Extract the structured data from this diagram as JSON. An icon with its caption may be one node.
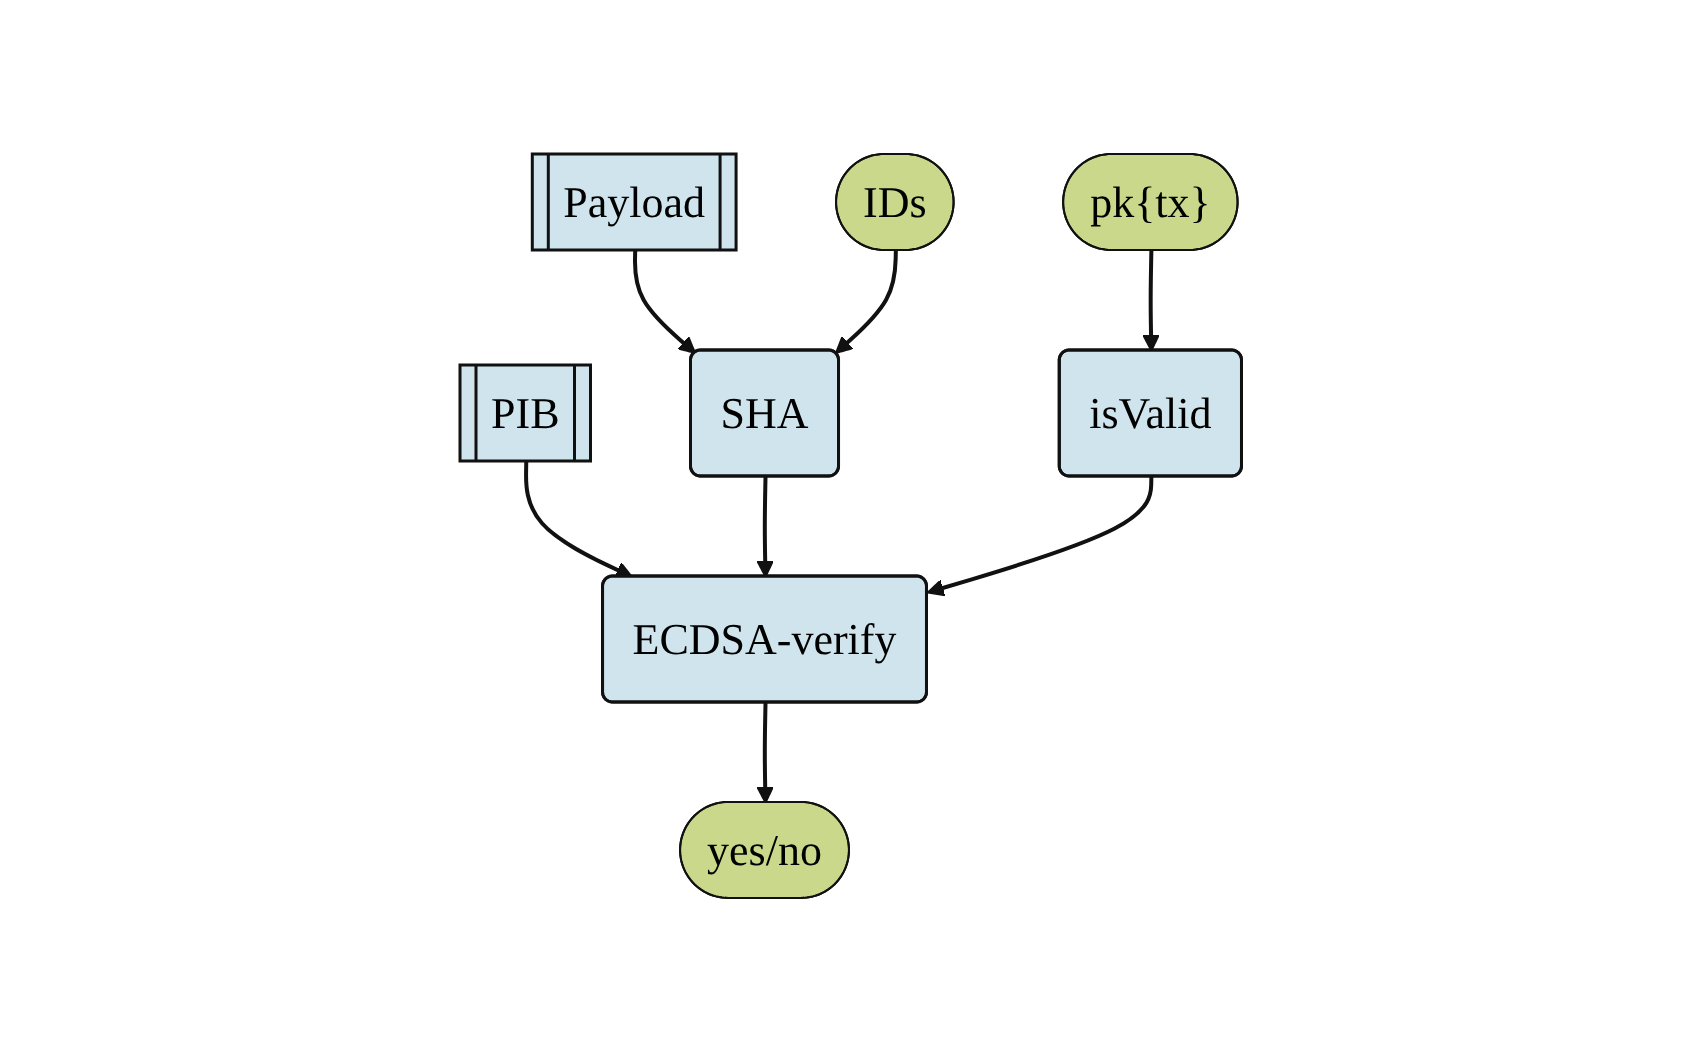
{
  "diagram": {
    "nodes": [
      {
        "text": [
          "PIB"
        ]
      },
      {
        "text": [
          "Payload"
        ]
      },
      {
        "text": [
          "IDs"
        ]
      },
      {
        "text": [
          "pk{tx}"
        ]
      },
      {
        "text": [
          "SHA"
        ]
      },
      {
        "text": [
          "isValid"
        ]
      },
      {
        "text": [
          "ECDSA-verify"
        ]
      },
      {
        "text": [
          "yes/no"
        ]
      }
    ],
    "edges": [
      {
        "from": 1,
        "to": 4,
        "arrow": "to"
      },
      {
        "from": 2,
        "to": 4,
        "arrow": "to"
      },
      {
        "from": 3,
        "to": 5,
        "arrow": "to"
      },
      {
        "from": 0,
        "to": 6,
        "arrow": "to"
      },
      {
        "from": 4,
        "to": 6,
        "arrow": "to"
      },
      {
        "from": 5,
        "to": 6,
        "arrow": "to"
      },
      {
        "from": 6,
        "to": 7,
        "arrow": "to"
      }
    ]
  }
}
